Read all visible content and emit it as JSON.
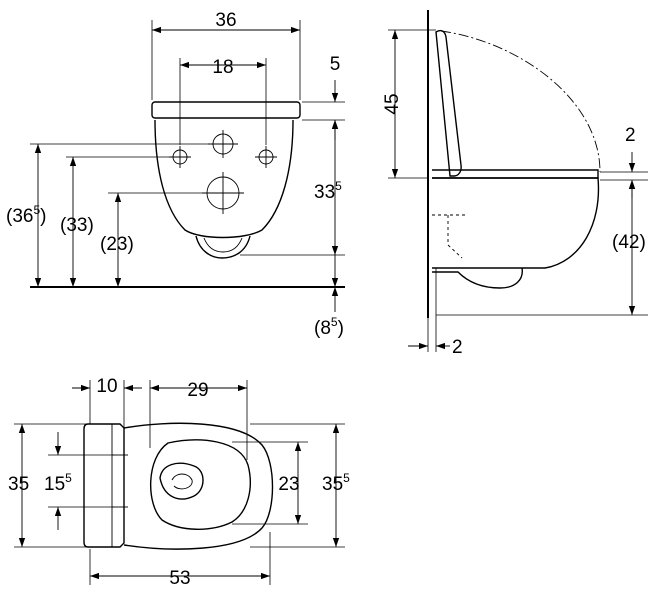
{
  "front_view": {
    "width_overall": "36",
    "hole_spacing": "18",
    "seat_thickness": "5",
    "height_1_base": "36",
    "height_1_sup": "5",
    "height_1_open": "(",
    "height_1_close": ")",
    "height_2": "(33)",
    "height_3": "(23)",
    "bowl_height_base": "33",
    "bowl_height_sup": "5",
    "floor_gap_open": "(8",
    "floor_gap_sup": "5",
    "floor_gap_close": ")"
  },
  "side_view": {
    "lid_height": "45",
    "seat_offset": "2",
    "bowl_height": "(42)",
    "wall_gap": "2"
  },
  "top_view": {
    "seat_depth": "10",
    "inner_length": "29",
    "overall_length": "53",
    "width_left": "35",
    "hole_spacing_base": "15",
    "hole_spacing_sup": "5",
    "inner_width": "23",
    "width_right_base": "35",
    "width_right_sup": "5"
  }
}
